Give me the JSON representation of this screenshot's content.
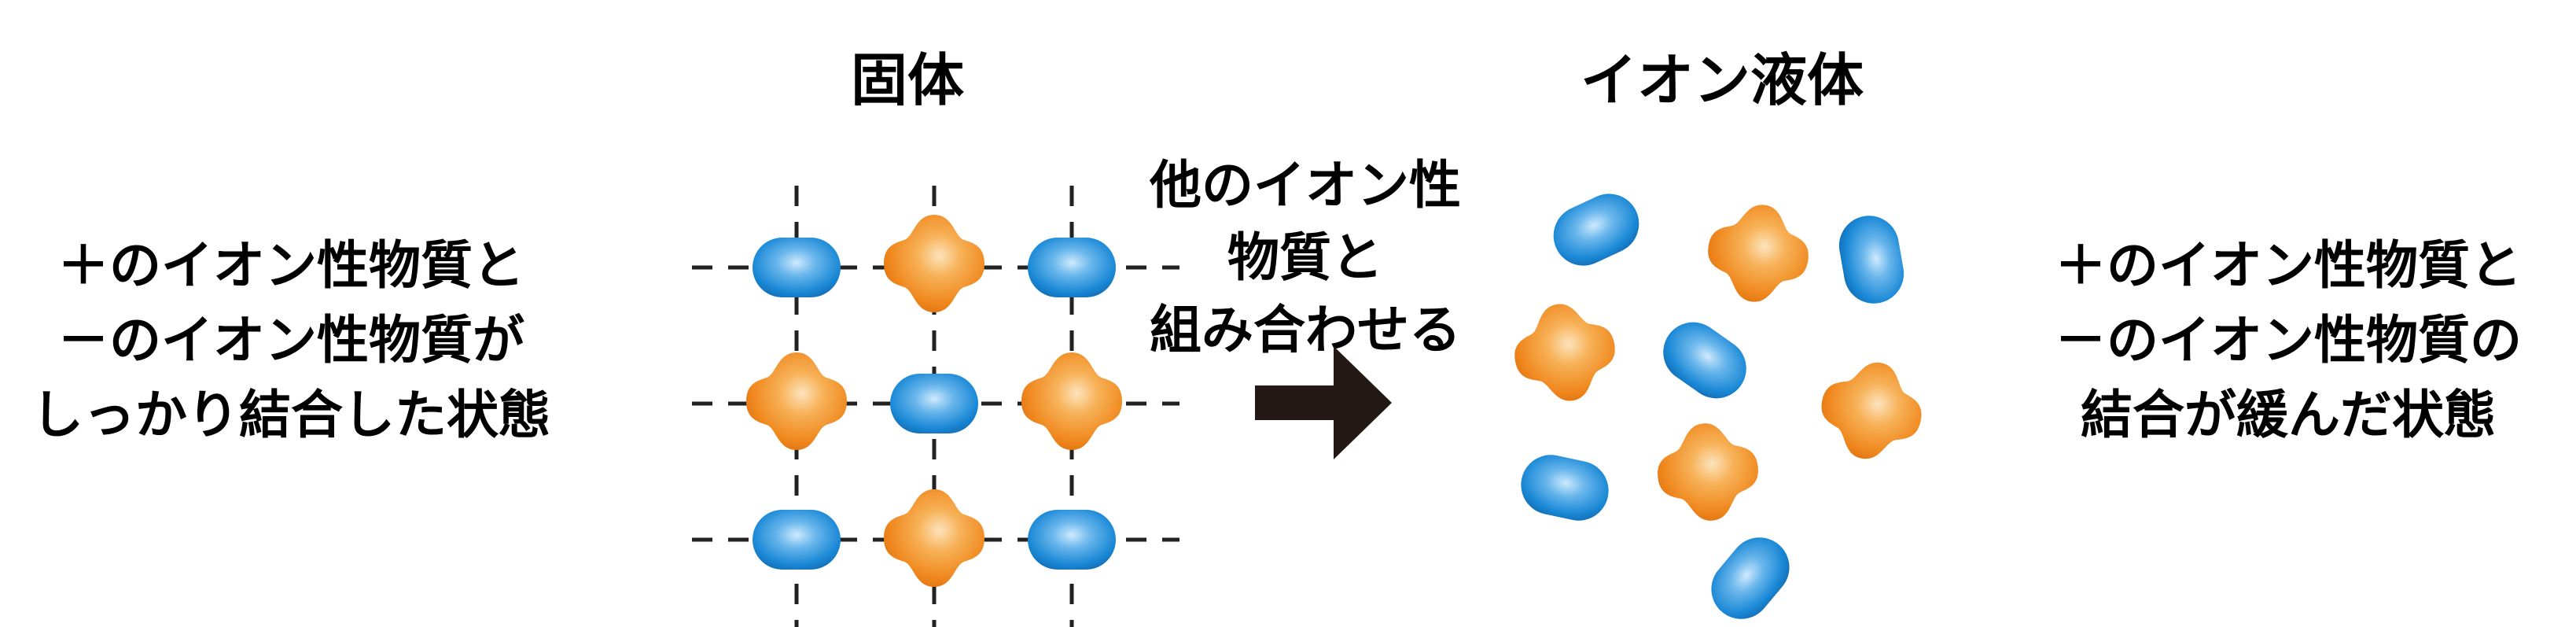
{
  "left_description": {
    "lines": [
      "＋のイオン性物質と",
      "－のイオン性物質が",
      "しっかり結合した状態"
    ]
  },
  "solid": {
    "title": "固体"
  },
  "process": {
    "lines": [
      "他のイオン性",
      "物質と",
      "組み合わせる"
    ]
  },
  "ionic_liquid": {
    "title": "イオン液体"
  },
  "right_description": {
    "lines": [
      "＋のイオン性物質と",
      "－のイオン性物質の",
      "結合が緩んだ状態"
    ]
  },
  "colors": {
    "cation_blue": "#1a88d6",
    "anion_orange": "#f0891f",
    "arrow": "#231815",
    "grid_line": "#222222"
  },
  "icons": {
    "cation": "blue-capsule-icon",
    "anion": "orange-four-lobed-blob-icon",
    "arrow": "right-arrow-icon"
  }
}
